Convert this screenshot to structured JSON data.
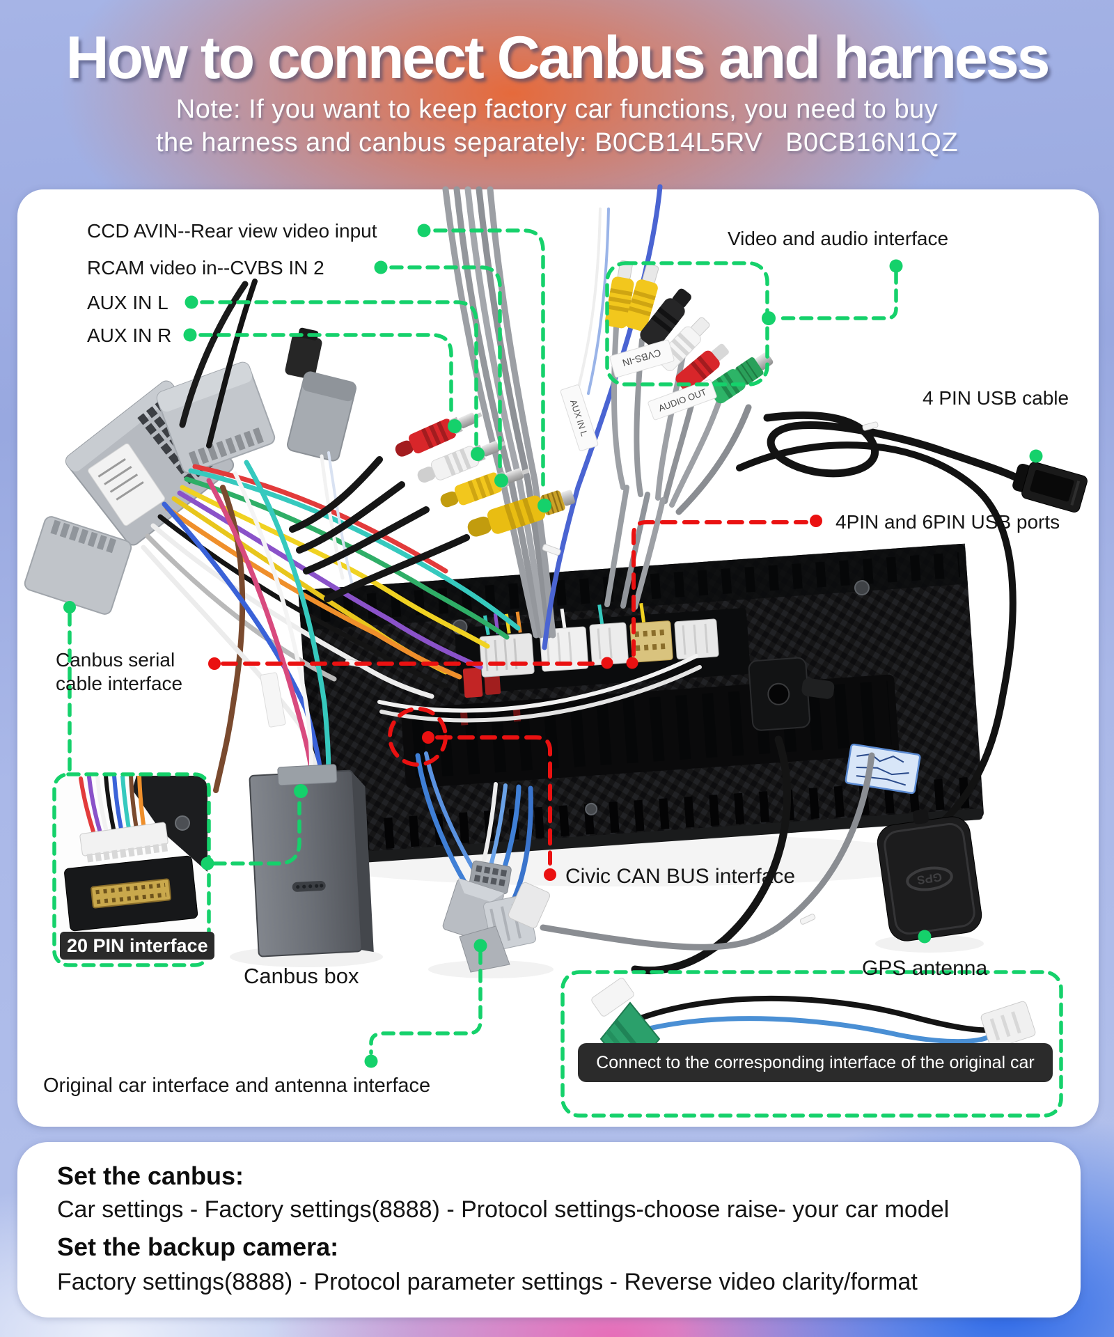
{
  "header": {
    "title": "How to connect Canbus and harness",
    "note_line1": "Note: If you want to keep factory car functions, you need to buy",
    "note_line2": "the harness and canbus separately: B0CB14L5RV   B0CB16N1QZ"
  },
  "colors": {
    "leader_green": "#15d16b",
    "leader_red": "#ea1111",
    "dark_bar": "#2b2b2b",
    "panel": "#ffffff"
  },
  "diagram": {
    "labels": {
      "ccd_avin": "CCD AVIN--Rear view video input",
      "rcam": "RCAM video in--CVBS IN 2",
      "aux_l": "AUX IN L",
      "aux_r": "AUX IN R",
      "video_audio": "Video and audio interface",
      "usb_cable": "4 PIN USB cable",
      "usb_ports": "4PIN and 6PIN USB ports",
      "canbus_serial_1": "Canbus serial",
      "canbus_serial_2": "cable interface",
      "civic": "Civic CAN BUS interface",
      "gps": "GPS antenna",
      "pin20": "20 PIN interface",
      "canbus_box": "Canbus box",
      "original_car": "Original car interface and antenna interface",
      "connect_original": "Connect to the corresponding interface of the original car"
    },
    "photo_tags": {
      "cvbs": "CVBS-IN",
      "audio_out": "AUDIO OUT",
      "aux_tag": "AUX IN L",
      "gps_emboss": "GPS"
    }
  },
  "instructions": {
    "set_canbus_title": "Set the canbus:",
    "set_canbus_body": "Car settings - Factory settings(8888) - Protocol settings-choose raise- your car model",
    "set_camera_title": "Set the backup camera:",
    "set_camera_body": "Factory settings(8888) - Protocol parameter settings - Reverse video clarity/format"
  }
}
